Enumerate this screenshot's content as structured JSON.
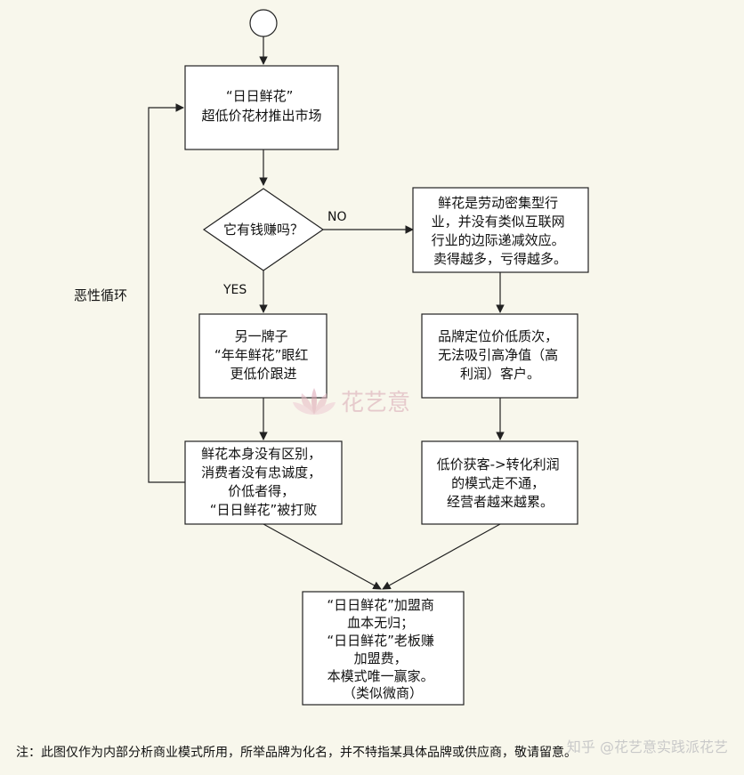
{
  "nodes": {
    "start": "",
    "launch": [
      "“日日鲜花”",
      "超低价花材推出市场"
    ],
    "decision": "它有钱赚吗？",
    "no_branch": [
      "鲜花是劳动密集型行",
      "业，并没有类似互联网",
      "行业的边际递减效应。",
      "卖得越多，亏得越多。"
    ],
    "competitor": [
      "另一牌子",
      "“年年鲜花”眼红",
      "更低价跟进"
    ],
    "positioning": [
      "品牌定位价低质次，",
      "无法吸引高净值（高",
      "利润）客户。"
    ],
    "no_difference": [
      "鲜花本身没有区别，",
      "消费者没有忠诚度，",
      "价低者得，",
      "“日日鲜花”被打败"
    ],
    "model_fail": [
      "低价获客->转化利润",
      "的模式走不通，",
      "经营者越来越累。"
    ],
    "outcome": [
      "“日日鲜花”加盟商",
      "血本无归；",
      "“日日鲜花”老板赚",
      "加盟费，",
      "本模式唯一赢家。",
      "（类似微商）"
    ]
  },
  "labels": {
    "no": "NO",
    "yes": "YES",
    "loop": "恶性循环"
  },
  "logo_text": "花艺意",
  "footnote": "注：此图仅作为内部分析商业模式所用，所举品牌为化名，并不特指某具体品牌或供应商，敬请留意。",
  "watermark": "知乎 @花艺意实践派花艺",
  "colors": {
    "background": "#f8f7ec",
    "box_fill": "#ffffff",
    "stroke": "#222222",
    "logo": "#d9a7b3"
  }
}
